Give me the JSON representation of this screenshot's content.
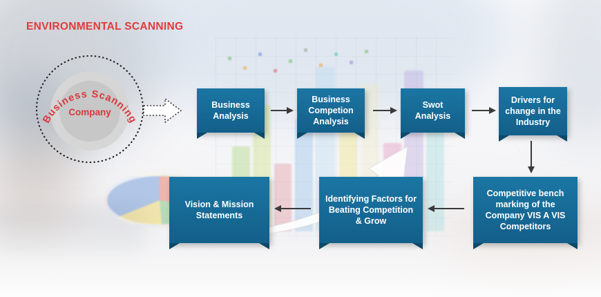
{
  "title": "ENVIRONMENTAL SCANNING",
  "hub": {
    "ring_label": "Business Scanning",
    "center_label": "Company"
  },
  "flow": {
    "row1": [
      {
        "label": "Business Analysis"
      },
      {
        "label": "Business Competion Analysis"
      },
      {
        "label": "Swot Analysis"
      },
      {
        "label": "Drivers for change in the Industry"
      }
    ],
    "row2": [
      {
        "label": "Competitive bench marking of the Company VIS A VIS Competitors"
      },
      {
        "label": "Identifying Factors for Beating Competition & Grow"
      },
      {
        "label": "Vision & Mission Statements"
      }
    ]
  },
  "colors": {
    "box_fill": "#15688f",
    "box_fold": "#0b4a69",
    "accent_red": "#e23b3b",
    "arrow": "#3a3a3a"
  }
}
